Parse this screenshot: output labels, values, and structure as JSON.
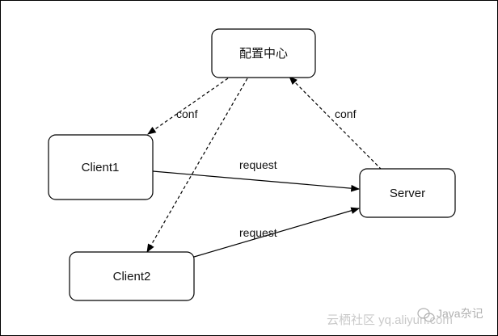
{
  "diagram": {
    "nodes": {
      "config_center": "配置中心",
      "client1": "Client1",
      "client2": "Client2",
      "server": "Server"
    },
    "edges": {
      "config_to_client1": "conf",
      "server_to_config": "conf",
      "client1_to_server": "request",
      "client2_to_server": "request"
    }
  },
  "watermark": {
    "left": "云栖社区 yq.aliyun.com",
    "right": "Java杂记"
  },
  "colors": {
    "stroke": "#000000",
    "background": "#ffffff"
  }
}
